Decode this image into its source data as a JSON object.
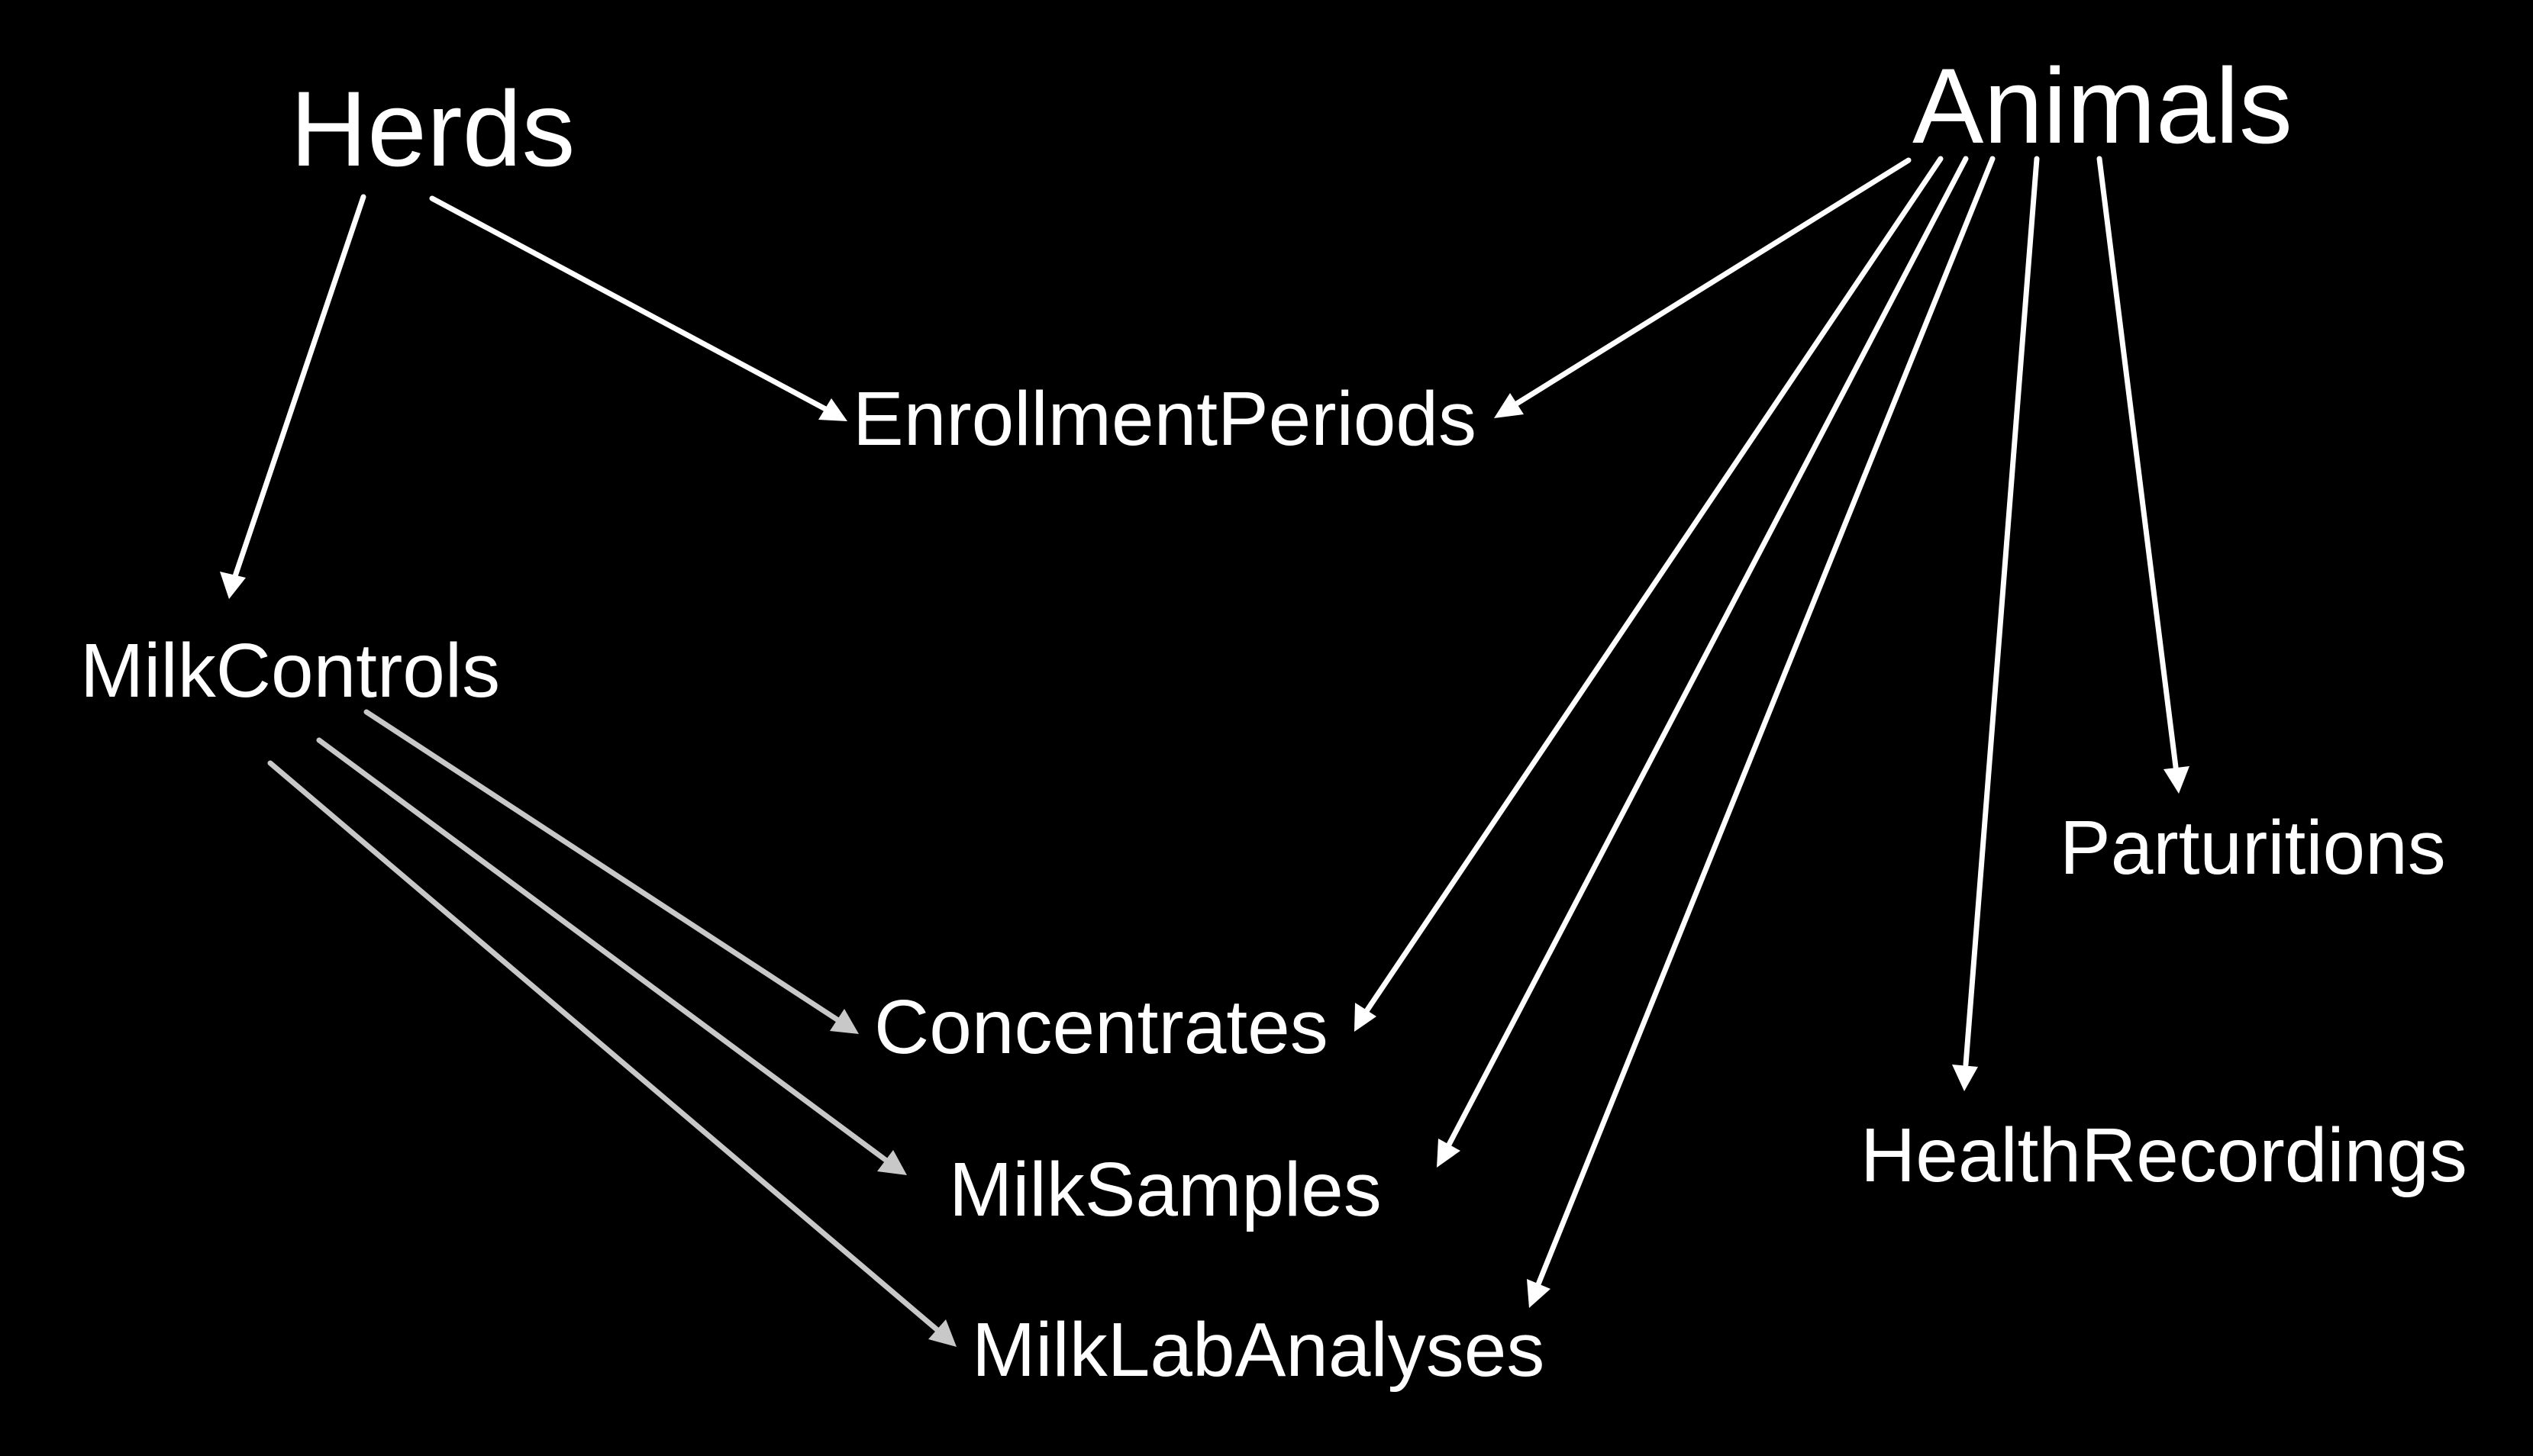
{
  "colors": {
    "background": "#000000",
    "text": "#ffffff",
    "primary_edge": "#ffffff",
    "secondary_edge": "#c8c8c8"
  },
  "nodes": {
    "herds": "Herds",
    "animals": "Animals",
    "enrollment_periods": "EnrollmentPeriods",
    "milk_controls": "MilkControls",
    "parturitions": "Parturitions",
    "concentrates": "Concentrates",
    "milk_samples": "MilkSamples",
    "health_recordings": "HealthRecordings",
    "milk_lab_analyses": "MilkLabAnalyses"
  },
  "edges": [
    {
      "from": "Herds",
      "to": "MilkControls"
    },
    {
      "from": "Herds",
      "to": "EnrollmentPeriods"
    },
    {
      "from": "Animals",
      "to": "EnrollmentPeriods"
    },
    {
      "from": "Animals",
      "to": "Concentrates"
    },
    {
      "from": "Animals",
      "to": "MilkSamples"
    },
    {
      "from": "Animals",
      "to": "MilkLabAnalyses"
    },
    {
      "from": "Animals",
      "to": "HealthRecordings"
    },
    {
      "from": "Animals",
      "to": "Parturitions"
    },
    {
      "from": "MilkControls",
      "to": "Concentrates"
    },
    {
      "from": "MilkControls",
      "to": "MilkSamples"
    },
    {
      "from": "MilkControls",
      "to": "MilkLabAnalyses"
    }
  ]
}
